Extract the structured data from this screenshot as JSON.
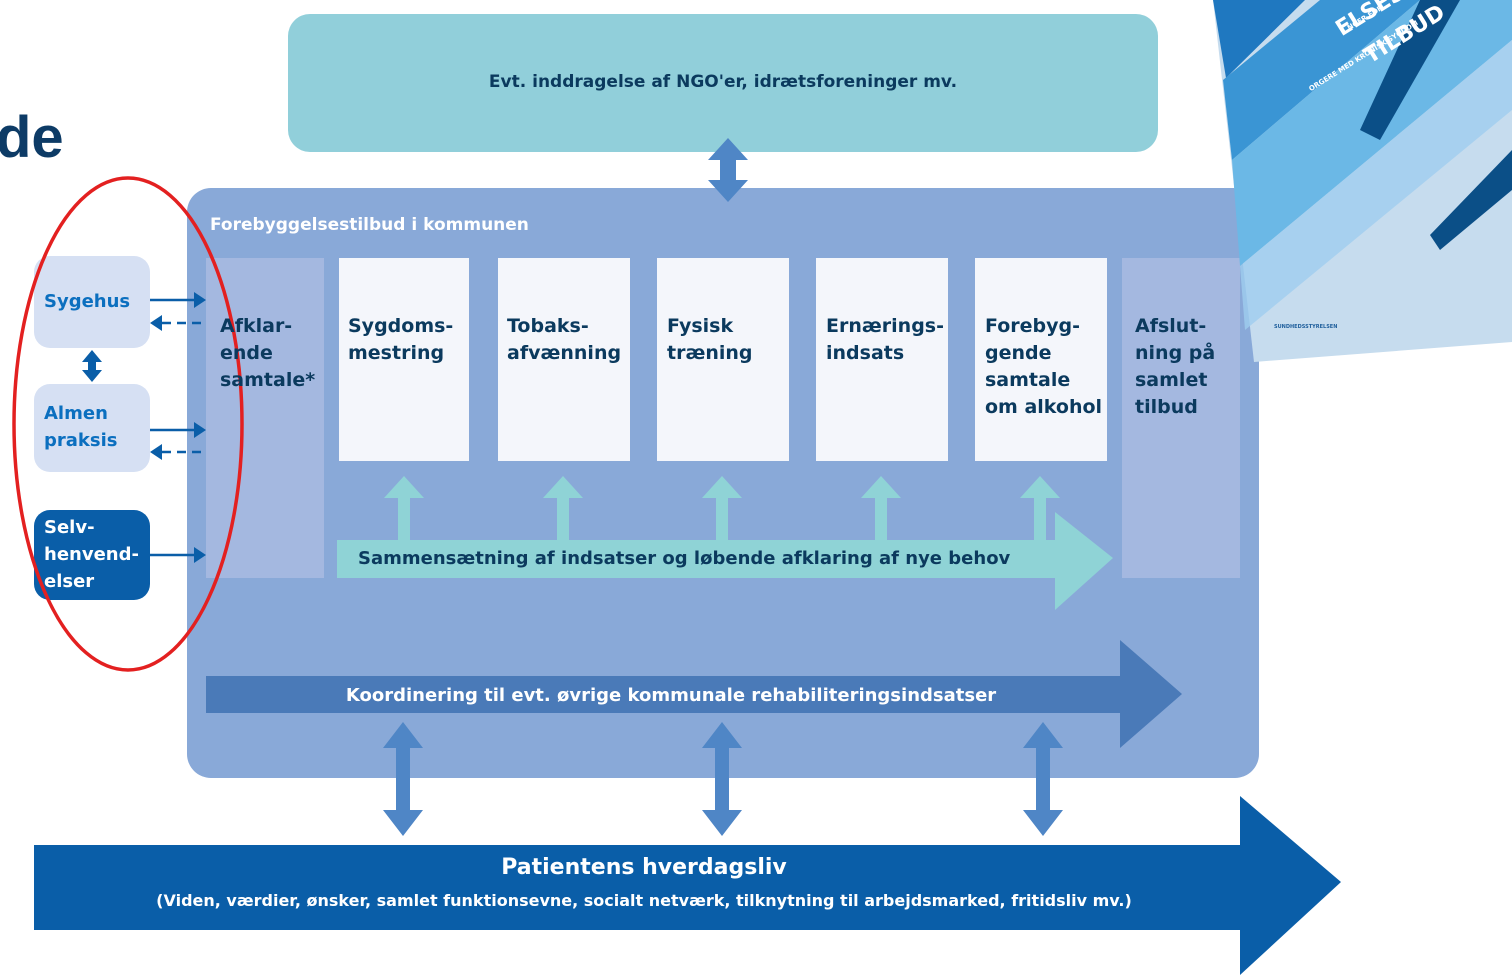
{
  "slide": {
    "heading_fragment": "de"
  },
  "ngo": {
    "text": "Evt. inddragelse af NGO'er, idrætsforeninger mv."
  },
  "kommune": {
    "title": "Forebyggelsestilbud i kommunen",
    "afklarende": [
      "Afklar-",
      "ende",
      "samtale*"
    ],
    "offers": [
      {
        "lines": [
          "Sygdoms-",
          "mestring"
        ]
      },
      {
        "lines": [
          "Tobaks-",
          "afvænning"
        ]
      },
      {
        "lines": [
          "Fysisk",
          "træning"
        ]
      },
      {
        "lines": [
          "Ernærings-",
          "indsats"
        ]
      },
      {
        "lines": [
          "Forebyg-",
          "gende",
          "samtale",
          "om alkohol"
        ]
      }
    ],
    "afslutning": [
      "Afslut-",
      "ning på",
      "samlet",
      "tilbud"
    ],
    "flow_text": "Sammensætning af indsatser og løbende afklaring af nye behov",
    "coordination_text": "Koordinering til evt. øvrige kommunale rehabiliteringsindsatser"
  },
  "referrals": {
    "sygehus": "Sygehus",
    "almen_praksis": [
      "Almen",
      "praksis"
    ],
    "selvhenvendelser": [
      "Selv-",
      "henvend-",
      "elser"
    ]
  },
  "patient": {
    "title": "Patientens hverdagsliv",
    "subtitle": "(Viden, værdier, ønsker, samlet funktionsevne, socialt netværk, tilknytning til arbejdsmarked, fritidsliv mv.)"
  },
  "cover": {
    "title_lines": [
      "ELSES-",
      "TILBUD"
    ],
    "small_top": "NGER FOR",
    "small_line": "ORGERE MED KRONISK SYGDOM",
    "publisher": "SUNDHEDSSTYRELSEN"
  },
  "colors": {
    "teal_light": "#91cfda",
    "main_blue": "#89a9d8",
    "side_column": "#a4b8e0",
    "dark_arrow": "#4a7ab8",
    "patient_blue": "#0a5ea8",
    "highlight_red": "#e32020"
  }
}
